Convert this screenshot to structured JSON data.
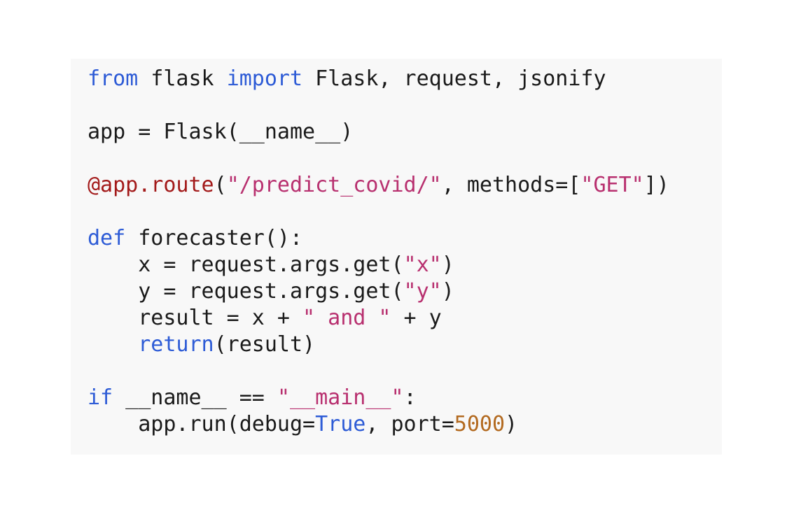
{
  "colors": {
    "background": "#ffffff",
    "code_background": "#f8f8f8",
    "text": "#1a1a1a",
    "keyword": "#2d5bd6",
    "string": "#b8306f",
    "decorator": "#a31a1a",
    "number": "#b36a20"
  },
  "code": {
    "lines": [
      {
        "tokens": [
          {
            "t": "kw",
            "v": "from"
          },
          {
            "t": "plain",
            "v": " flask "
          },
          {
            "t": "kw",
            "v": "import"
          },
          {
            "t": "plain",
            "v": " Flask, request, jsonify"
          }
        ]
      },
      {
        "tokens": []
      },
      {
        "tokens": [
          {
            "t": "plain",
            "v": "app = Flask(__name__)"
          }
        ]
      },
      {
        "tokens": []
      },
      {
        "tokens": [
          {
            "t": "dec",
            "v": "@app.route"
          },
          {
            "t": "plain",
            "v": "("
          },
          {
            "t": "str",
            "v": "\"/predict_covid/\""
          },
          {
            "t": "plain",
            "v": ", methods=["
          },
          {
            "t": "str",
            "v": "\"GET\""
          },
          {
            "t": "plain",
            "v": "])"
          }
        ]
      },
      {
        "tokens": []
      },
      {
        "tokens": [
          {
            "t": "kw",
            "v": "def"
          },
          {
            "t": "plain",
            "v": " forecaster():"
          }
        ]
      },
      {
        "tokens": [
          {
            "t": "plain",
            "v": "    x = request.args.get("
          },
          {
            "t": "str",
            "v": "\"x\""
          },
          {
            "t": "plain",
            "v": ")"
          }
        ]
      },
      {
        "tokens": [
          {
            "t": "plain",
            "v": "    y = request.args.get("
          },
          {
            "t": "str",
            "v": "\"y\""
          },
          {
            "t": "plain",
            "v": ")"
          }
        ]
      },
      {
        "tokens": [
          {
            "t": "plain",
            "v": "    result = x + "
          },
          {
            "t": "str",
            "v": "\" and \""
          },
          {
            "t": "plain",
            "v": " + y"
          }
        ]
      },
      {
        "tokens": [
          {
            "t": "plain",
            "v": "    "
          },
          {
            "t": "kw",
            "v": "return"
          },
          {
            "t": "plain",
            "v": "(result)"
          }
        ]
      },
      {
        "tokens": []
      },
      {
        "tokens": [
          {
            "t": "kw",
            "v": "if"
          },
          {
            "t": "plain",
            "v": " __name__ == "
          },
          {
            "t": "str",
            "v": "\"__main__\""
          },
          {
            "t": "plain",
            "v": ":"
          }
        ]
      },
      {
        "tokens": [
          {
            "t": "plain",
            "v": "    app.run(debug="
          },
          {
            "t": "kw",
            "v": "True"
          },
          {
            "t": "plain",
            "v": ", port="
          },
          {
            "t": "num",
            "v": "5000"
          },
          {
            "t": "plain",
            "v": ")"
          }
        ]
      }
    ]
  }
}
